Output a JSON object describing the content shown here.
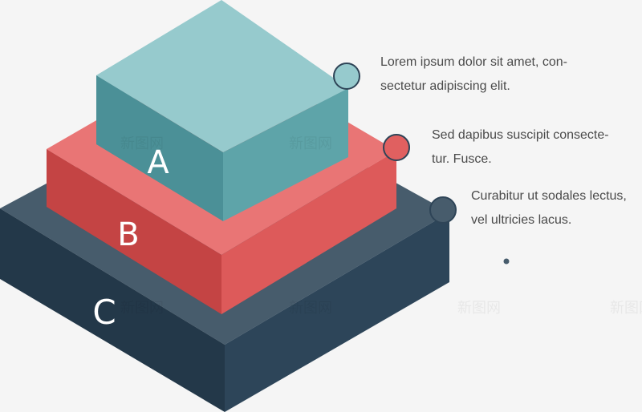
{
  "layers": [
    {
      "letter": "A",
      "lines": [
        "Lorem ipsum dolor sit amet, con-",
        "sectetur adipiscing elit."
      ],
      "color": "#68b0b3"
    },
    {
      "letter": "B",
      "lines": [
        "Sed dapibus suscipit consecte-",
        "tur. Fusce."
      ],
      "color": "#e06060"
    },
    {
      "letter": "C",
      "lines": [
        "Curabitur ut sodales lectus,",
        "vel ultricies lacus."
      ],
      "color": "#2e4457"
    }
  ],
  "colors": {
    "background": "#f5f5f5",
    "teal": "#68b0b3",
    "red": "#e06060",
    "navy": "#2e4457",
    "text": "#4a4a4a"
  },
  "watermark": "新图网"
}
